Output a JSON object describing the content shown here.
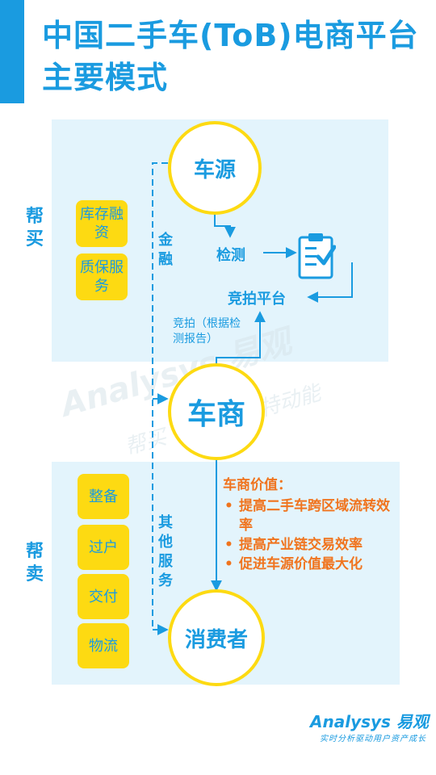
{
  "title": "中国二手车(ToB)电商平台主要模式",
  "panels": {
    "top_label": "帮买",
    "bottom_label": "帮卖"
  },
  "finance_boxes": [
    "库存融资",
    "质保服务"
  ],
  "service_boxes": [
    "整备",
    "过户",
    "交付",
    "物流"
  ],
  "nodes": {
    "source": "车源",
    "dealer": "车商",
    "consumer": "消费者",
    "inspection": "检测",
    "auction_platform": "竞拍平台"
  },
  "labels": {
    "finance": "金融",
    "other_services": "其他服务",
    "auction_note": "竞拍（根据检测报告）"
  },
  "dealer_value": {
    "title": "车商价值：",
    "items": [
      "提高二手车跨区域流转效率",
      "提高产业链交易效率",
      "促进车源价值最大化"
    ]
  },
  "watermark": {
    "main": "Analysys 易观",
    "sub": "帮买 帮卖 的比特动能"
  },
  "logo": {
    "name": "Analysys 易观",
    "slogan": "实时分析驱动用户资产成长"
  },
  "colors": {
    "brand_blue": "#1a9be0",
    "highlight_yellow": "#fdda12",
    "panel_blue": "#e3f4fc",
    "value_orange": "#f0741e"
  }
}
